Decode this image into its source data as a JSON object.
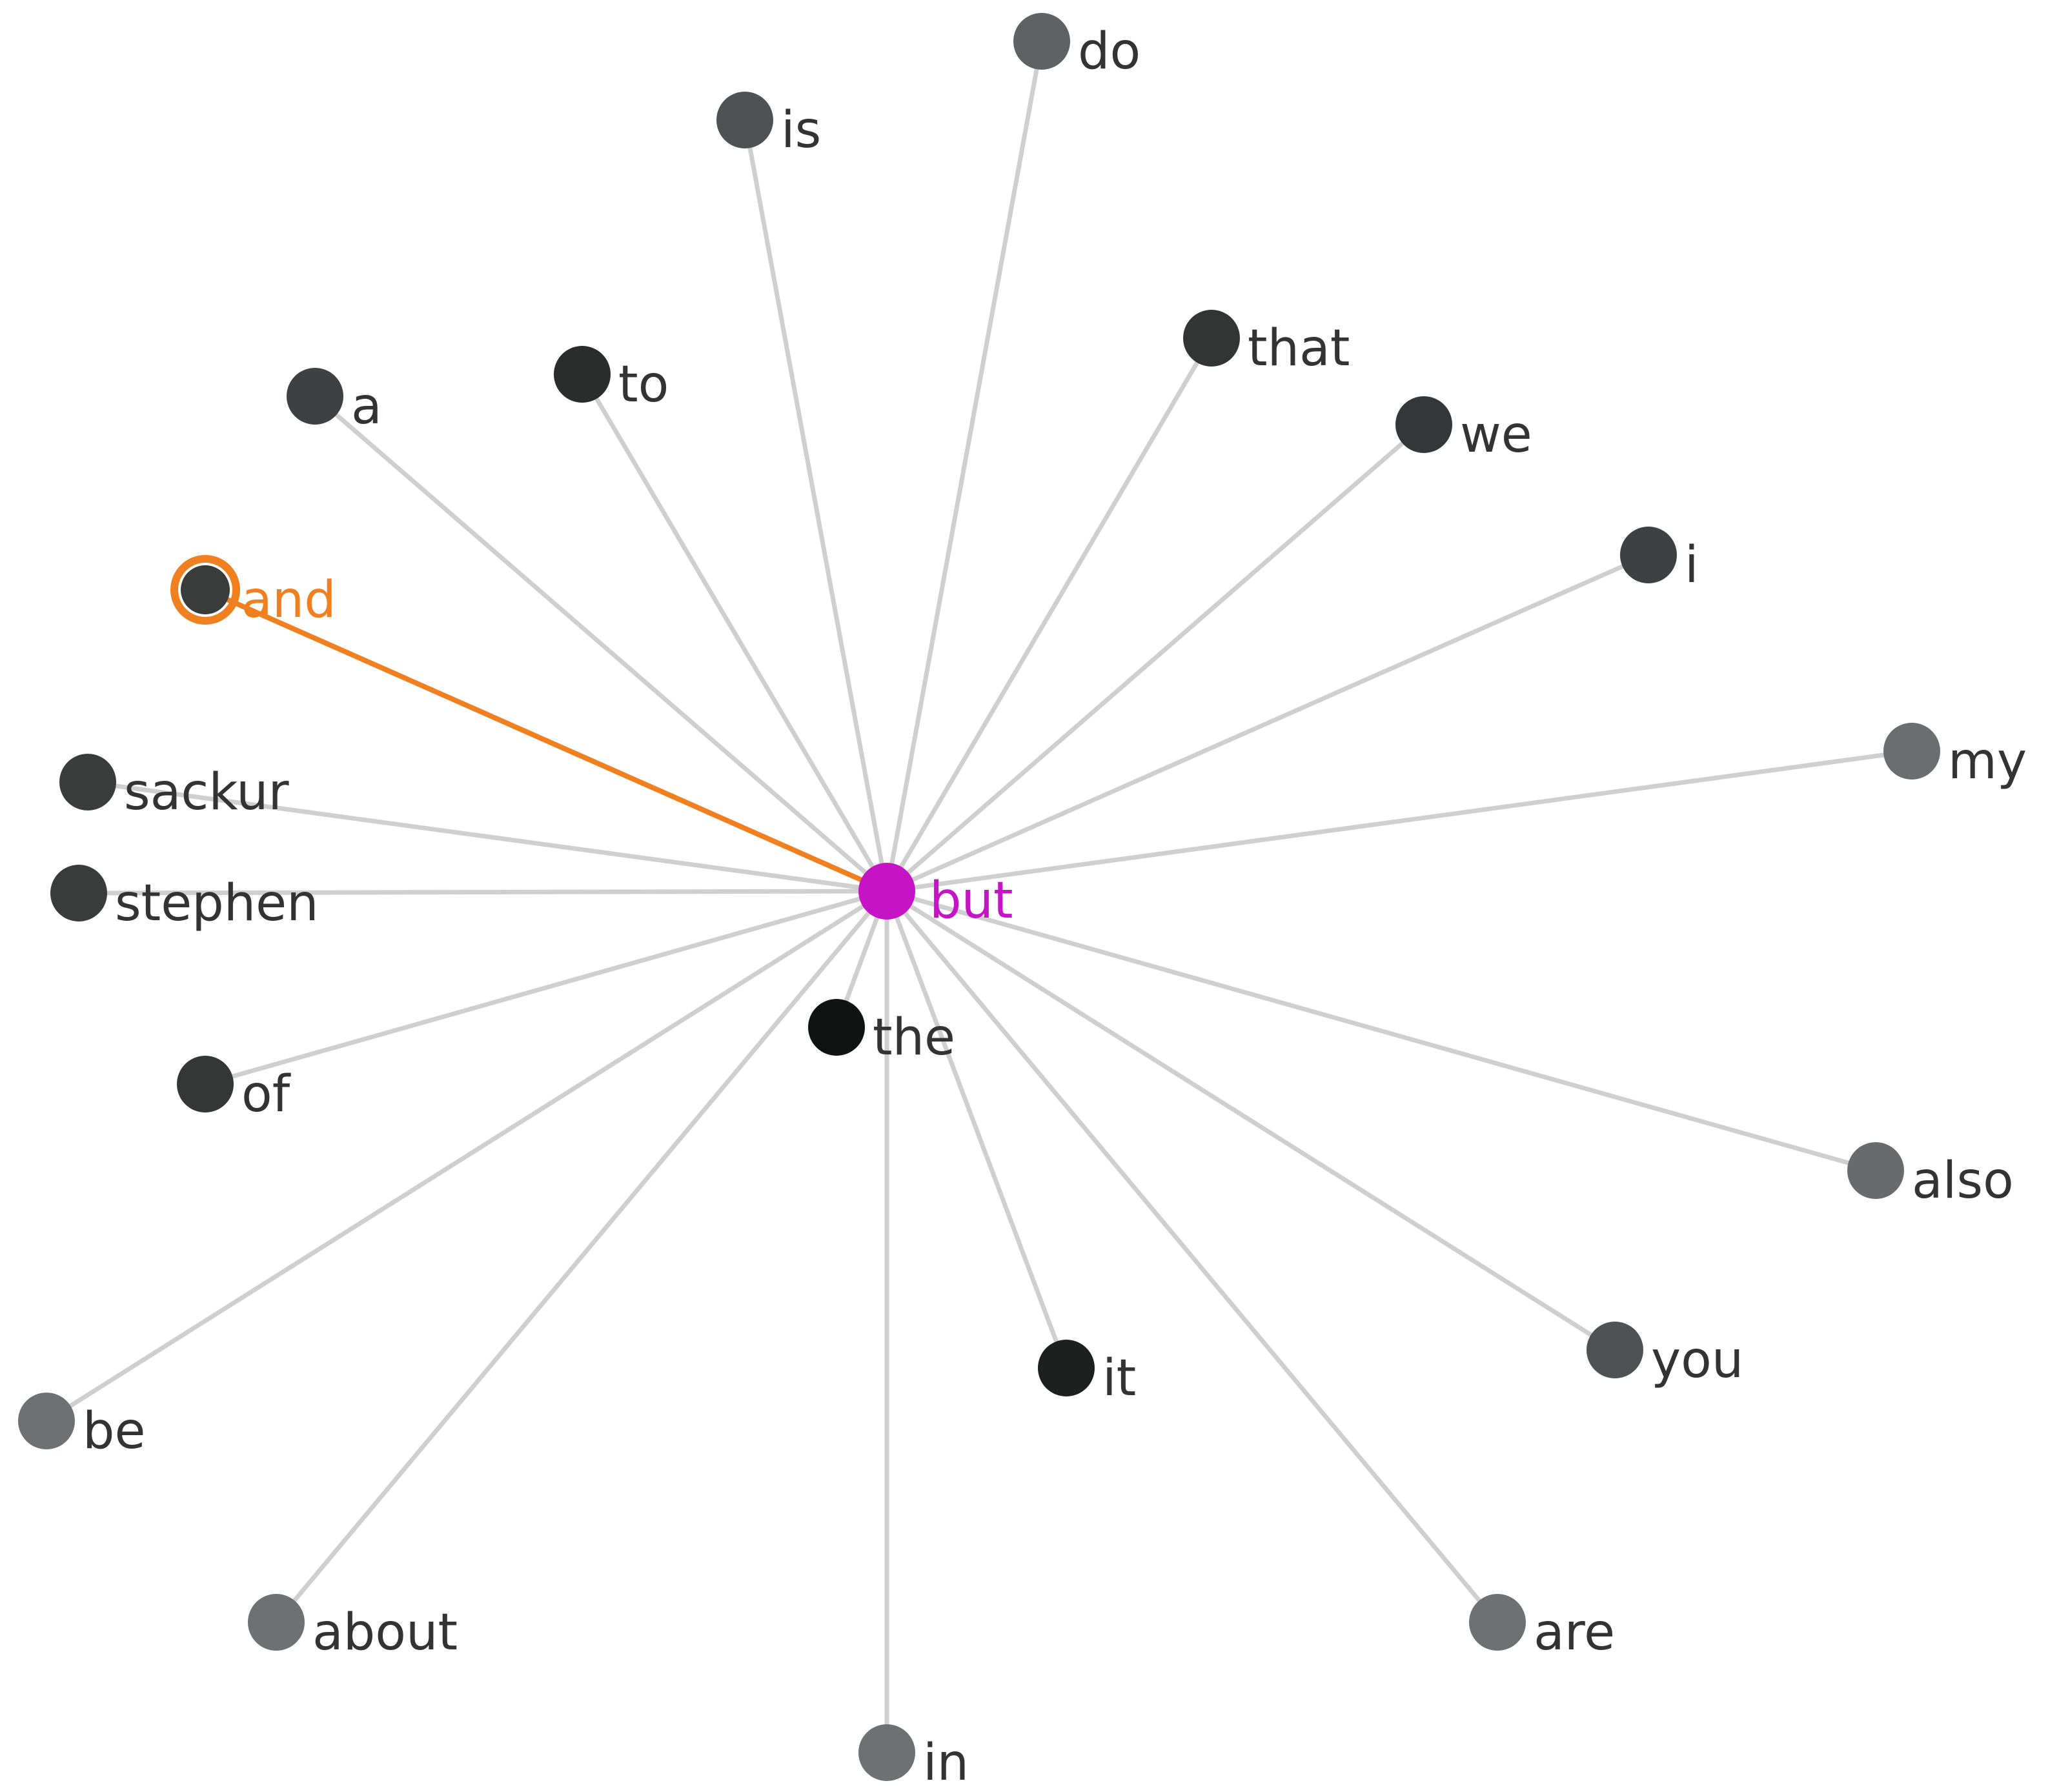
{
  "colors": {
    "edge": "#cfcfcf",
    "highlight": "#f07f1f",
    "center": "#c613c6",
    "label": "#333333"
  },
  "graph": {
    "center": {
      "word": "but",
      "color": "#c613c6"
    },
    "highlighted": "and",
    "nodes": [
      {
        "word": "do",
        "color": "#5f6263"
      },
      {
        "word": "is",
        "color": "#4e5252"
      },
      {
        "word": "that",
        "color": "#333535"
      },
      {
        "word": "to",
        "color": "#2b2d2d"
      },
      {
        "word": "a",
        "color": "#3e4141"
      },
      {
        "word": "we",
        "color": "#343737"
      },
      {
        "word": "i",
        "color": "#3e4141"
      },
      {
        "word": "and",
        "color": "#3a3c3c"
      },
      {
        "word": "my",
        "color": "#6b6e6f"
      },
      {
        "word": "sackur",
        "color": "#3a3c3c"
      },
      {
        "word": "stephen",
        "color": "#3a3c3c"
      },
      {
        "word": "the",
        "color": "#111212"
      },
      {
        "word": "of",
        "color": "#353737"
      },
      {
        "word": "also",
        "color": "#686b6c"
      },
      {
        "word": "it",
        "color": "#1e1f1f"
      },
      {
        "word": "you",
        "color": "#4e5252"
      },
      {
        "word": "be",
        "color": "#6e7172"
      },
      {
        "word": "about",
        "color": "#6e7172"
      },
      {
        "word": "are",
        "color": "#6e7172"
      },
      {
        "word": "in",
        "color": "#6e7172"
      }
    ]
  }
}
